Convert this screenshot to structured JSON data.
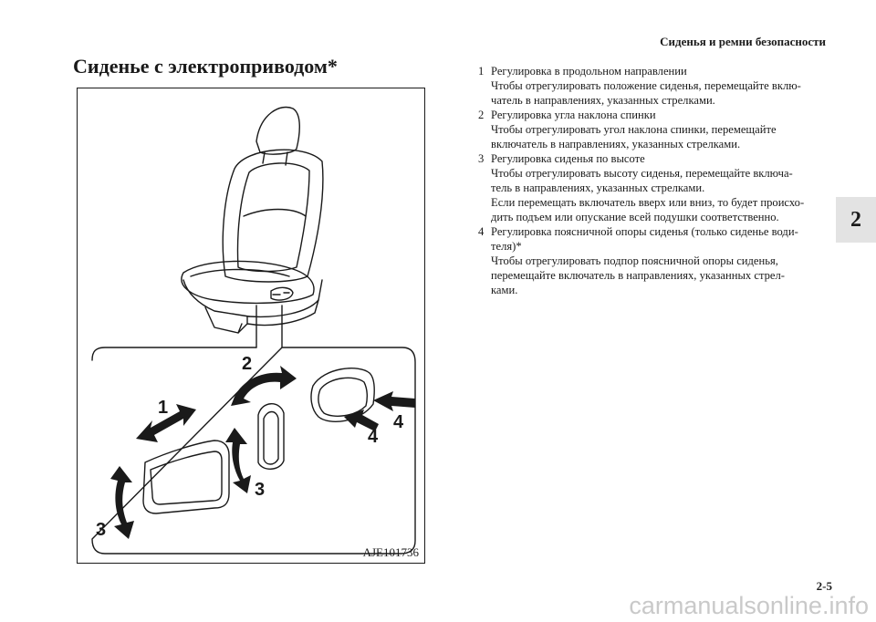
{
  "header": {
    "running_title": "Сиденья и ремни безопасности"
  },
  "section": {
    "title": "Сиденье с электроприводом*"
  },
  "chapter_tab": "2",
  "figure": {
    "code": "AJE101736",
    "callouts": {
      "c1": "1",
      "c2": "2",
      "c3a": "3",
      "c3b": "3",
      "c4a": "4",
      "c4b": "4"
    }
  },
  "instructions": [
    {
      "num": "1",
      "title": "Регулировка в продольном направлении",
      "lines": [
        "Чтобы отрегулировать положение сиденья, перемещайте вклю-",
        "чатель в направлениях, указанных стрелками."
      ]
    },
    {
      "num": "2",
      "title": "Регулировка угла наклона спинки",
      "lines": [
        "Чтобы отрегулировать угол наклона спинки, перемещайте",
        "включатель в направлениях, указанных стрелками."
      ]
    },
    {
      "num": "3",
      "title": "Регулировка сиденья по высоте",
      "lines": [
        "Чтобы отрегулировать высоту сиденья, перемещайте включа-",
        "тель в направлениях, указанных стрелками.",
        "Если перемещать включатель вверх или вниз, то будет происхо-",
        "дить подъем или опускание всей подушки соответственно."
      ]
    },
    {
      "num": "4",
      "title": "Регулировка поясничной опоры сиденья (только сиденье води-",
      "lines": [
        "теля)*",
        "Чтобы отрегулировать подпор поясничной опоры сиденья,",
        "перемещайте включатель в направлениях, указанных стрел-",
        "ками."
      ]
    }
  ],
  "page_number": "2-5",
  "watermark": "carmanualsonline.info"
}
